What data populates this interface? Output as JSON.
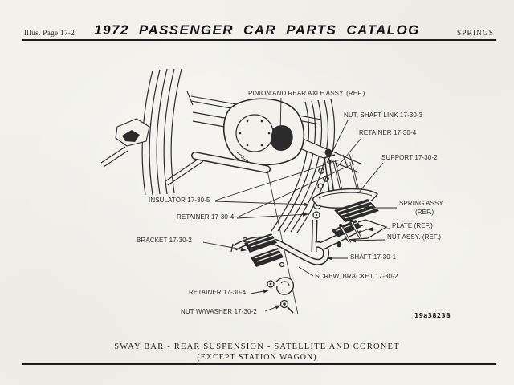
{
  "page": {
    "background": "#f2f1ec",
    "ink": "#2b2b2b"
  },
  "header": {
    "illus_page": "Illus. Page 17-2",
    "title": "1972 PASSENGER CAR PARTS CATALOG",
    "section": "SPRINGS"
  },
  "diagram": {
    "figure_code": "19a3823B",
    "labels": [
      {
        "id": "pinion-axle",
        "text": "PINION AND REAR AXLE ASSY. (REF.)"
      },
      {
        "id": "nut-shaft-link",
        "text": "NUT, SHAFT LINK 17-30-3"
      },
      {
        "id": "retainer-upper",
        "text": "RETAINER 17-30-4"
      },
      {
        "id": "support",
        "text": "SUPPORT 17-30-2"
      },
      {
        "id": "spring-assy",
        "text": "SPRING ASSY."
      },
      {
        "id": "spring-assy-ref",
        "text": "(REF.)"
      },
      {
        "id": "plate",
        "text": "PLATE (REF.)"
      },
      {
        "id": "nut-assy",
        "text": "NUT ASSY. (REF.)"
      },
      {
        "id": "insulator",
        "text": "INSULATOR 17-30-5"
      },
      {
        "id": "retainer-left",
        "text": "RETAINER 17-30-4"
      },
      {
        "id": "bracket",
        "text": "BRACKET 17-30-2"
      },
      {
        "id": "shaft",
        "text": "SHAFT 17-30-1"
      },
      {
        "id": "screw-bracket",
        "text": "SCREW, BRACKET 17-30-2"
      },
      {
        "id": "retainer-lower",
        "text": "RETAINER 17-30-4"
      },
      {
        "id": "nut-washer",
        "text": "NUT W/WASHER 17-30-2"
      }
    ]
  },
  "caption": {
    "line1": "SWAY BAR - REAR SUSPENSION - SATELLITE AND CORONET",
    "line2": "(EXCEPT STATION WAGON)"
  }
}
